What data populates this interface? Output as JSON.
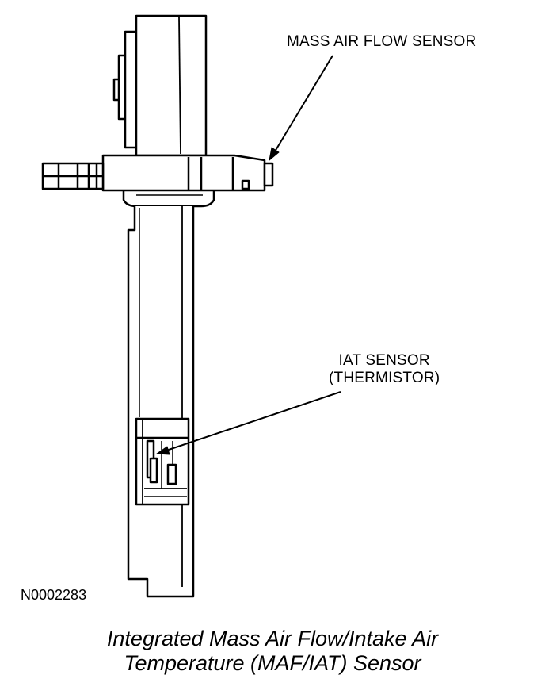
{
  "labels": {
    "maf_sensor": "MASS AIR FLOW SENSOR",
    "iat_sensor_line1": "IAT SENSOR",
    "iat_sensor_line2": "(THERMISTOR)"
  },
  "figure_id": "N0002283",
  "caption": {
    "line1": "Integrated Mass Air Flow/Intake Air",
    "line2": "Temperature (MAF/IAT) Sensor"
  }
}
